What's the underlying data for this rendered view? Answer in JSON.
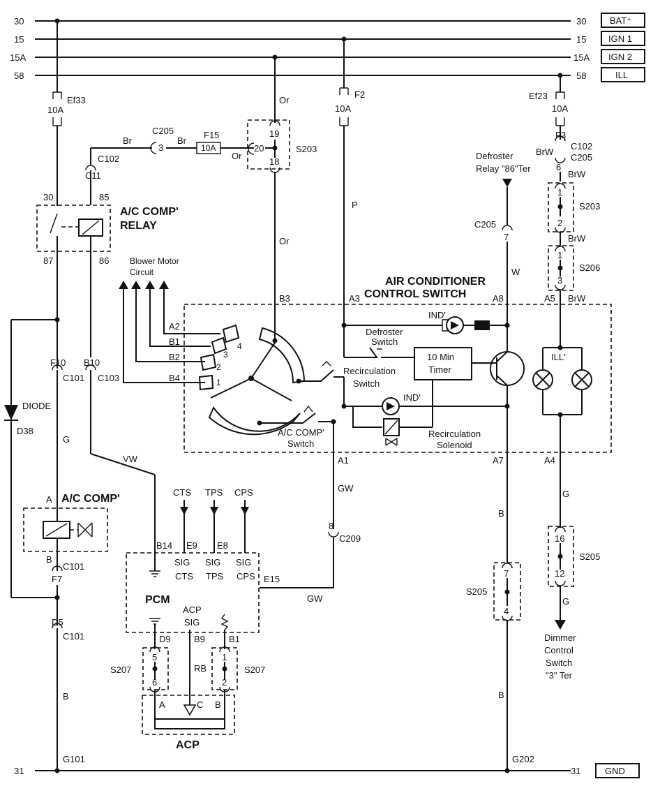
{
  "rails": {
    "r30": {
      "left": "30",
      "right": "30",
      "tag": "BAT⁺"
    },
    "r15": {
      "left": "15",
      "right": "15",
      "tag": "IGN 1"
    },
    "r15a": {
      "left": "15A",
      "right": "15A",
      "tag": "IGN 2"
    },
    "r58": {
      "left": "58",
      "right": "58",
      "tag": "ILL"
    },
    "r31": {
      "left": "31",
      "right": "31",
      "tag": "GND"
    }
  },
  "fuses": {
    "ef33": {
      "name": "Ef33",
      "rating": "10A"
    },
    "f2": {
      "name": "F2",
      "rating": "10A"
    },
    "ef23": {
      "name": "Ef23",
      "rating": "10A"
    },
    "f15": {
      "name": "F15",
      "rating": "10A"
    },
    "f3": {
      "name": "F3"
    }
  },
  "relay": {
    "title1": "A/C COMP'",
    "title2": "RELAY",
    "p30": "30",
    "p85": "85",
    "p87": "87",
    "p86": "86"
  },
  "connectors": {
    "c205_top": "C205",
    "c205_pin3": "3",
    "c102_a": "C102",
    "c11": "C11",
    "s203_top": "S203",
    "s203_19": "19",
    "s203_20": "20",
    "s203_18": "18",
    "c102_b": "C102",
    "c205_b": "C205",
    "pin6": "6",
    "s203_r": "S203",
    "s203_r1": "1",
    "s203_r2": "2",
    "s206": "S206",
    "s206_1": "1",
    "s206_3": "3",
    "c205_c": "C205",
    "pin7": "7",
    "f10": "F10",
    "c101_a": "C101",
    "b10": "B10",
    "c103": "C103",
    "c101_b": "C101",
    "f7": "F7",
    "d5": "D5",
    "c101_c": "C101",
    "c209": "C209",
    "pin8": "8",
    "s205_l": "S205",
    "s205_l7": "7",
    "s205_l4": "4",
    "s205_r": "S205",
    "s205_r16": "16",
    "s205_r12": "12",
    "s207_l": "S207",
    "s207_l5": "5",
    "s207_l6": "6",
    "s207_r": "S207",
    "s207_r1": "1",
    "s207_r2": "2",
    "g101": "G101",
    "g202": "G202"
  },
  "wires": {
    "br1": "Br",
    "br2": "Br",
    "or1": "Or",
    "or2": "Or",
    "or3": "Or",
    "p": "P",
    "w": "W",
    "brw1": "BrW",
    "brw2": "BrW",
    "brw3": "BrW",
    "brw4": "BrW",
    "g1": "G",
    "g2": "G",
    "g3": "G",
    "vw": "VW",
    "gw1": "GW",
    "gw2": "GW",
    "b1": "B",
    "b2": "B",
    "b3": "B",
    "rb": "RB"
  },
  "switch_box": {
    "title1": "AIR CONDITIONER",
    "title2": "CONTROL SWITCH",
    "b3": "B3",
    "a3": "A3",
    "a8": "A8",
    "a5": "A5",
    "a2": "A2",
    "b1": "B1",
    "b2": "B2",
    "b4": "B4",
    "a1": "A1",
    "a7": "A7",
    "a4": "A4",
    "pos4": "4",
    "pos3": "3",
    "pos2": "2",
    "pos1": "1",
    "ind1": "IND'",
    "ind2": "IND'",
    "ill": "ILL'",
    "defroster_switch1": "Defroster",
    "defroster_switch2": "Switch",
    "timer1": "10 Min",
    "timer2": "Timer",
    "recirc_sw1": "Recirculation",
    "recirc_sw2": "Switch",
    "recirc_sol1": "Recirculation",
    "recirc_sol2": "Solenoid",
    "acsw1": "A/C COMP'",
    "acsw2": "Switch"
  },
  "blower": {
    "line1": "Blower Motor",
    "line2": "Circuit"
  },
  "defroster_relay": {
    "line1": "Defroster",
    "line2": "Relay \"86\"Ter"
  },
  "diode": {
    "label": "DIODE",
    "ref": "D38"
  },
  "compressor": {
    "title": "A/C COMP'",
    "pinA": "A",
    "pinB": "B"
  },
  "pcm": {
    "title": "PCM",
    "cts": "CTS",
    "tps": "TPS",
    "cps": "CPS",
    "b14": "B14",
    "e9": "E9",
    "e8": "E8",
    "e15": "E15",
    "sig": "SIG",
    "sig_cts": "CTS",
    "sig_tps": "TPS",
    "sig_cps": "CPS",
    "acp1": "ACP",
    "acp2": "SIG",
    "d9": "D9",
    "b9": "B9",
    "b1": "B1"
  },
  "acp": {
    "title": "ACP",
    "pinA": "A",
    "pinB": "B",
    "pinC": "C"
  },
  "dimmer": {
    "line1": "Dimmer",
    "line2": "Control",
    "line3": "Switch",
    "line4": "\"3\" Ter"
  }
}
